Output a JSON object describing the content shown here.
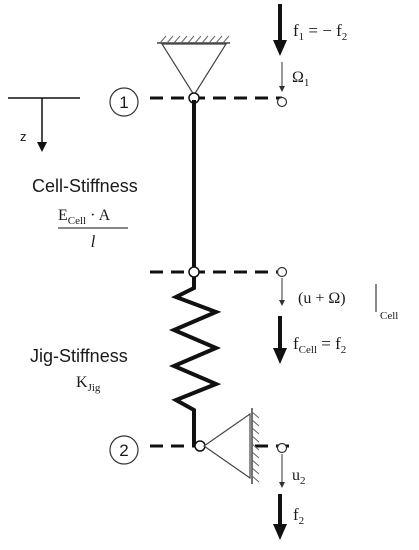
{
  "nodes": {
    "node1": "1",
    "node2": "2"
  },
  "axis": {
    "label": "z"
  },
  "cell_stiffness": {
    "title": "Cell-Stiffness",
    "numerator_base": "E",
    "numerator_sub": "Cell",
    "numerator_rest": " · A",
    "denominator": "l"
  },
  "jig_stiffness": {
    "title": "Jig-Stiffness",
    "symbol_base": "K",
    "symbol_sub": "Jig"
  },
  "forces": {
    "f1_base": "f",
    "f1_sub": "1",
    "f1_rest": " = − f",
    "f1_rest_sub": "2",
    "fcell_base": "f",
    "fcell_sub": "Cell",
    "fcell_rest": " = f",
    "fcell_rest_sub": "2",
    "f2_base": "f",
    "f2_sub": "2"
  },
  "displacements": {
    "omega1_base": "Ω",
    "omega1_sub": "1",
    "uomega_text": "(u + Ω)",
    "uomega_sub": "Cell",
    "u2_base": "u",
    "u2_sub": "2"
  },
  "colors": {
    "line": "#111111",
    "dashed_guide": "#111111",
    "support": "#333333",
    "arrow": "#111111"
  }
}
